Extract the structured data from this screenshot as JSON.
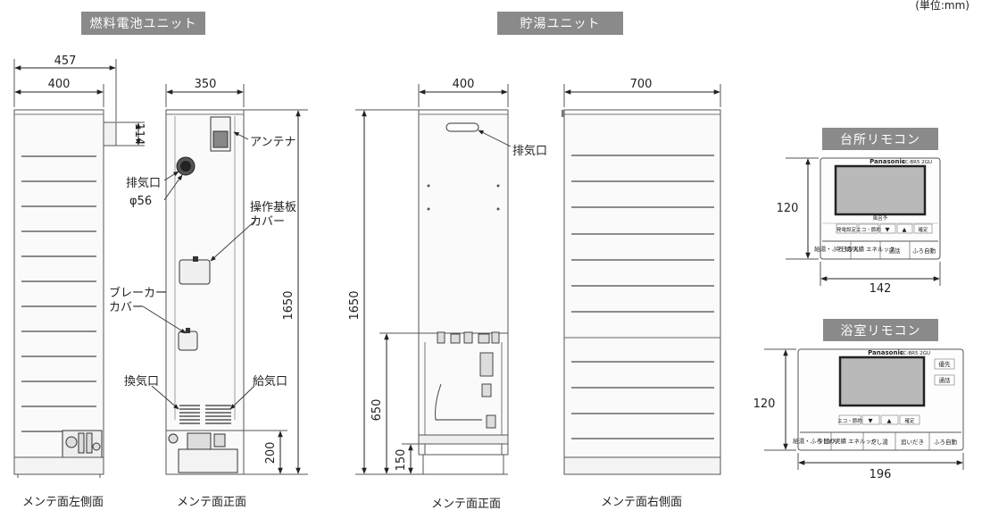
{
  "unit": "(単位:mm)",
  "sections": {
    "fuel_cell": "燃料電池ユニット",
    "hot_water": "貯湯ユニット",
    "kitchen_remote": "台所リモコン",
    "bath_remote": "浴室リモコン"
  },
  "dimensions": {
    "fc_width_total": "457",
    "fc_width": "400",
    "fc_pipe": "114",
    "fc_front_width": "350",
    "fc_height": "1650",
    "fc_base": "200",
    "hw_width": "400",
    "hw_height": "1650",
    "hw_lower": "650",
    "hw_base": "150",
    "hw_depth": "700",
    "kitchen_h": "120",
    "kitchen_w": "142",
    "bath_h": "120",
    "bath_w": "196"
  },
  "labels": {
    "antenna": "アンテナ",
    "exhaust": "排気口",
    "phi56": "φ56",
    "board_cover_1": "操作基板",
    "board_cover_2": "カバー",
    "breaker_cover_1": "ブレーカー",
    "breaker_cover_2": "カバー",
    "vent": "換気口",
    "intake": "給気口",
    "hw_exhaust": "排気口"
  },
  "captions": {
    "fc_left": "メンテ面左側面",
    "fc_front": "メンテ面正面",
    "hw_front": "メンテ面正面",
    "hw_right": "メンテ面右側面"
  },
  "remote": {
    "brand": "Panasonic",
    "kitchen_model": "RC-BR5 2GU",
    "bath_model": "RC-BR5 2GU",
    "screen_caption": "風呂予",
    "kitchen_row1": [
      "発電設定",
      "エコ・節約",
      "▼",
      "▲",
      "確定"
    ],
    "kitchen_row2": [
      "給湯・ふろ 切/入",
      "今日の実績 エネルック",
      "通話",
      "ふろ自動"
    ],
    "bath_side": [
      "優先",
      "通話"
    ],
    "bath_row1": [
      "エコ・節約",
      "▼",
      "▲",
      "確定"
    ],
    "bath_row2": [
      "給湯・ふろ 切/入",
      "今日の実績 エネルック",
      "たし湯",
      "追いだき",
      "ふろ自動"
    ]
  }
}
